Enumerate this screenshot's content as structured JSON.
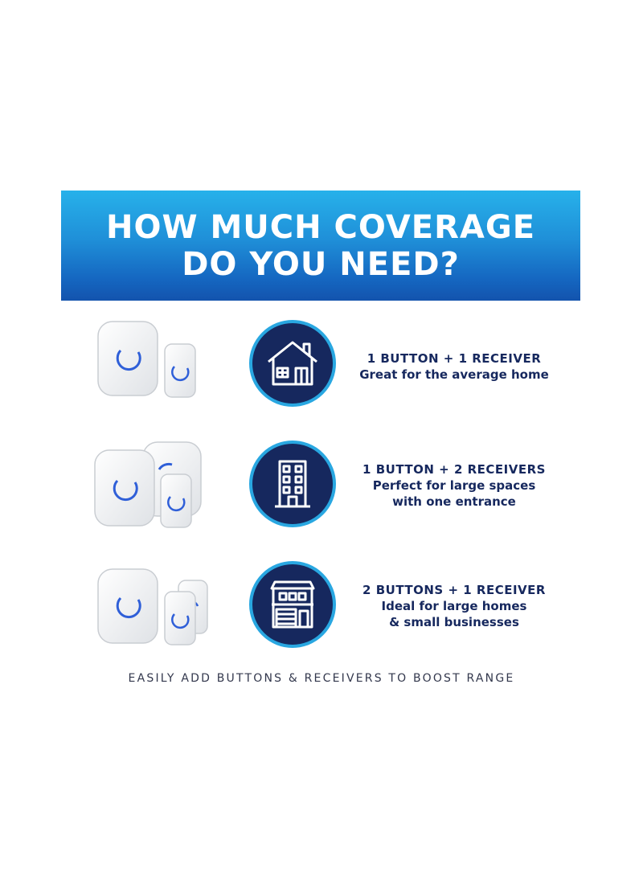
{
  "banner": {
    "line1": "HOW MUCH COVERAGE",
    "line2": "DO YOU NEED?"
  },
  "options": [
    {
      "heading": "1 BUTTON + 1 RECEIVER",
      "lines": [
        "Great for the average home"
      ],
      "icon": "house-icon"
    },
    {
      "heading": "1 BUTTON + 2 RECEIVERS",
      "lines": [
        "Perfect for large spaces",
        "with one entrance"
      ],
      "icon": "office-building-icon"
    },
    {
      "heading": "2 BUTTONS + 1 RECEIVER",
      "lines": [
        "Ideal for large homes",
        "& small businesses"
      ],
      "icon": "storefront-garage-icon"
    }
  ],
  "footer": "EASILY ADD BUTTONS & RECEIVERS TO BOOST RANGE",
  "colors": {
    "banner_top": "#27b1ea",
    "banner_bottom": "#1353ad",
    "navy": "#16285e",
    "ring_blue": "#29a7e1",
    "led_blue": "#2f5fd8"
  }
}
